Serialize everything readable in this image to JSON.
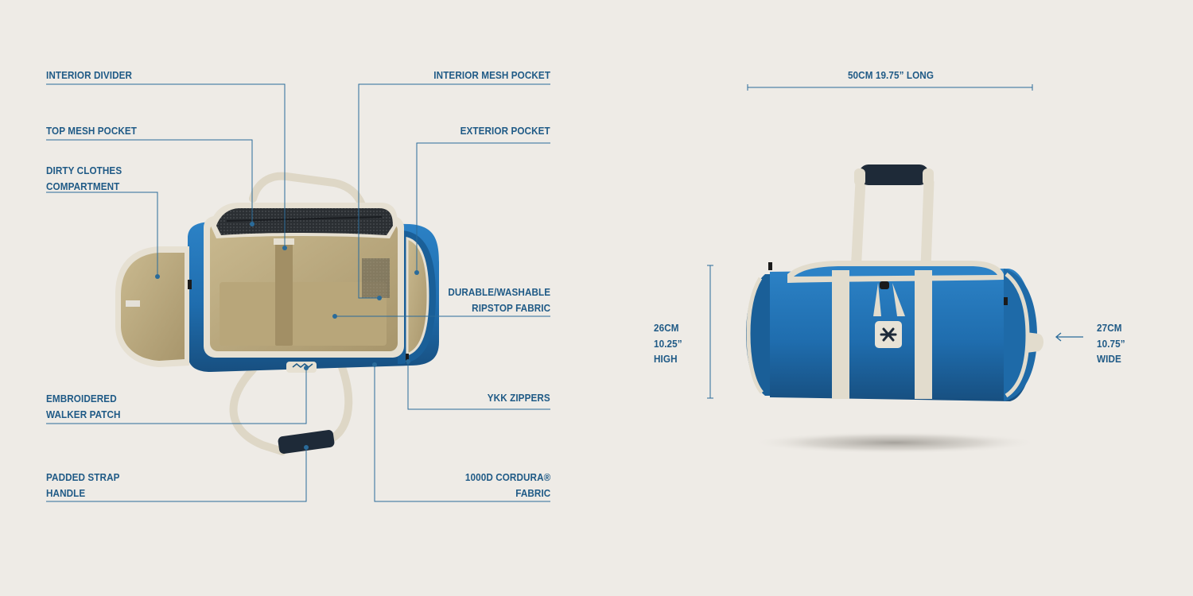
{
  "callouts_left": [
    {
      "id": "interior-divider",
      "lines": [
        "INTERIOR DIVIDER"
      ]
    },
    {
      "id": "top-mesh-pocket",
      "lines": [
        "TOP MESH POCKET"
      ]
    },
    {
      "id": "dirty-clothes",
      "lines": [
        "DIRTY CLOTHES",
        "COMPARTMENT"
      ]
    },
    {
      "id": "embroidered-patch",
      "lines": [
        "EMBROIDERED",
        "WALKER PATCH"
      ]
    },
    {
      "id": "padded-handle",
      "lines": [
        "PADDED STRAP",
        "HANDLE"
      ]
    }
  ],
  "callouts_right": [
    {
      "id": "interior-mesh-pocket",
      "lines": [
        "INTERIOR MESH POCKET"
      ]
    },
    {
      "id": "exterior-pocket",
      "lines": [
        "EXTERIOR POCKET"
      ]
    },
    {
      "id": "ripstop-fabric",
      "lines": [
        "DURABLE/WASHABLE",
        "RIPSTOP FABRIC"
      ]
    },
    {
      "id": "ykk-zippers",
      "lines": [
        "YKK ZIPPERS"
      ]
    },
    {
      "id": "cordura-fabric",
      "lines": [
        "1000D CORDURA®",
        "FABRIC"
      ]
    }
  ],
  "dimensions": {
    "length": {
      "lines": [
        "50CM 19.75” LONG"
      ]
    },
    "height": {
      "lines": [
        "26CM",
        "10.25”",
        "HIGH"
      ]
    },
    "width": {
      "lines": [
        "27CM",
        "10.75”",
        "WIDE"
      ]
    }
  },
  "colors": {
    "background": "#eeebe6",
    "label": "#1f5a86",
    "leader_line": "#2a6b9a",
    "bag_blue": "#1f6dae",
    "lining_tan": "#b9a77d",
    "trim_cream": "#e6e0d2",
    "handle_dark": "#1e2a38"
  },
  "icons": [
    "bag-open-top-view",
    "bag-side-view",
    "walker-logo-icon",
    "arrow-left-icon"
  ]
}
